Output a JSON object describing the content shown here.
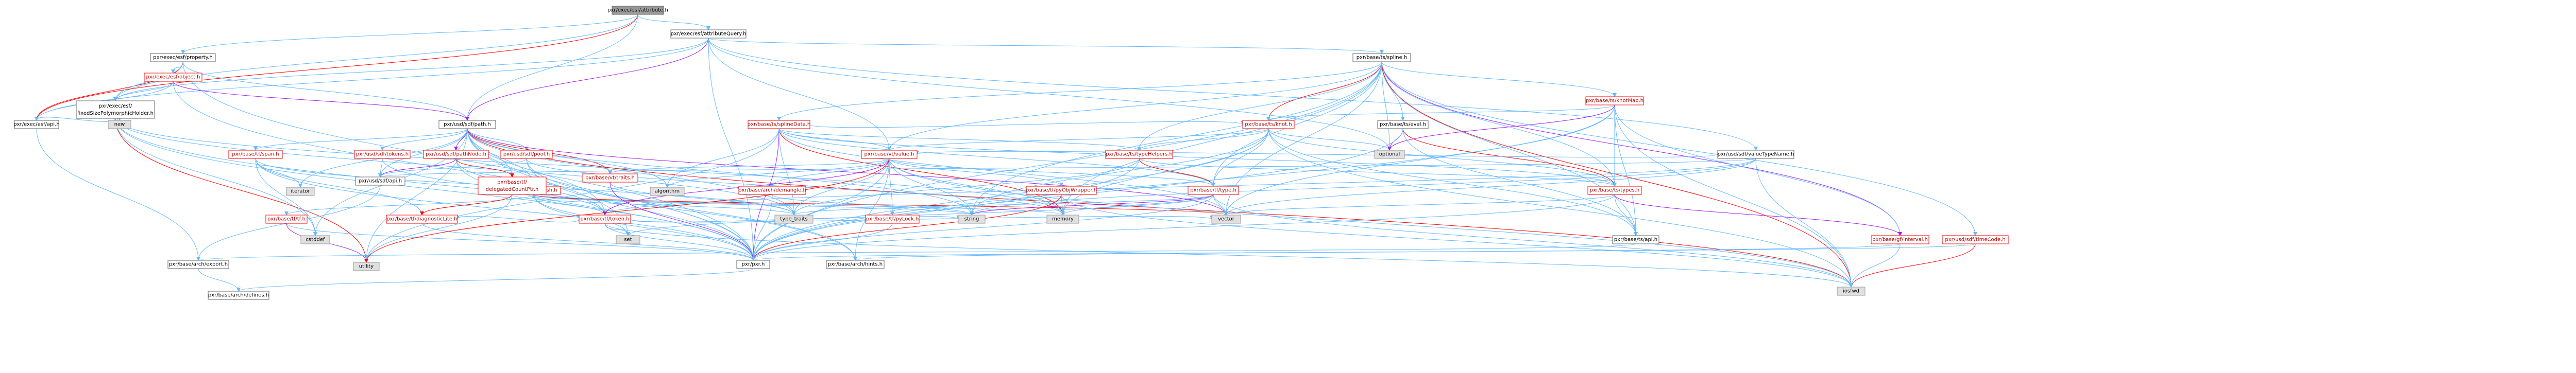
{
  "colors": {
    "root_fill": "#999999",
    "node_fill": "#ffffff",
    "system_fill": "#e0e0e0",
    "edge_blue": "#63b8ff",
    "edge_red": "#ff0000",
    "edge_purple": "#a020f0",
    "border_grey": "#999999",
    "border_black": "#666666",
    "text_red": "#b00000",
    "text_black": "#000000"
  },
  "nodes": [
    {
      "id": "attribute_h",
      "label": "pxr/exec/esf/attribute.h",
      "kind": "root"
    },
    {
      "id": "attributeQuery_h",
      "label": "pxr/exec/esf/attributeQuery.h",
      "kind": "normal"
    },
    {
      "id": "property_h",
      "label": "pxr/exec/esf/property.h",
      "kind": "normal"
    },
    {
      "id": "object_h",
      "label": "pxr/exec/esf/object.h",
      "kind": "red"
    },
    {
      "id": "fixedSize_h",
      "label": "pxr/exec/esf/fixedSizePolymorphicHolder.h",
      "kind": "normal"
    },
    {
      "id": "esf_api_h",
      "label": "pxr/exec/esf/api.h",
      "kind": "normal"
    },
    {
      "id": "new",
      "label": "new",
      "kind": "system"
    },
    {
      "id": "cstddef",
      "label": "cstddef",
      "kind": "system"
    },
    {
      "id": "sdf_path_h",
      "label": "pxr/usd/sdf/path.h",
      "kind": "normal"
    },
    {
      "id": "spline_h",
      "label": "pxr/base/ts/spline.h",
      "kind": "normal"
    },
    {
      "id": "span_h",
      "label": "pxr/base/tf/span.h",
      "kind": "red"
    },
    {
      "id": "tokens_h",
      "label": "pxr/usd/sdf/tokens.h",
      "kind": "red"
    },
    {
      "id": "pathNode_h",
      "label": "pxr/usd/sdf/pathNode.h",
      "kind": "red"
    },
    {
      "id": "pool_h",
      "label": "pxr/usd/sdf/pool.h",
      "kind": "red"
    },
    {
      "id": "hash_h",
      "label": "pxr/base/tf/hash.h",
      "kind": "red"
    },
    {
      "id": "vt_traits_h",
      "label": "pxr/base/vt/traits.h",
      "kind": "red"
    },
    {
      "id": "vt_value_h",
      "label": "pxr/base/vt/value.h",
      "kind": "red"
    },
    {
      "id": "splineData_h",
      "label": "pxr/base/ts/splineData.h",
      "kind": "red"
    },
    {
      "id": "knotMap_h",
      "label": "pxr/base/ts/knotMap.h",
      "kind": "red"
    },
    {
      "id": "knot_h",
      "label": "pxr/base/ts/knot.h",
      "kind": "red"
    },
    {
      "id": "eval_h",
      "label": "pxr/base/ts/eval.h",
      "kind": "normal"
    },
    {
      "id": "valueTypeName_h",
      "label": "pxr/usd/sdf/valueTypeName.h",
      "kind": "normal"
    },
    {
      "id": "optional",
      "label": "optional",
      "kind": "system"
    },
    {
      "id": "typeHelpers_h",
      "label": "pxr/base/ts/typeHelpers.h",
      "kind": "red"
    },
    {
      "id": "ts_types_h",
      "label": "pxr/base/ts/types.h",
      "kind": "red"
    },
    {
      "id": "tf_type_h",
      "label": "pxr/base/tf/type.h",
      "kind": "red"
    },
    {
      "id": "pyObjWrapper_h",
      "label": "pxr/base/tf/pyObjWrapper.h",
      "kind": "red"
    },
    {
      "id": "pyLock_h",
      "label": "pxr/base/tf/pyLock.h",
      "kind": "red"
    },
    {
      "id": "demangle_h",
      "label": "pxr/base/arch/demangle.h",
      "kind": "red"
    },
    {
      "id": "token_h",
      "label": "pxr/base/tf/token.h",
      "kind": "red"
    },
    {
      "id": "delegatedCountPtr_h",
      "label": "pxr/base/tf/delegatedCountPtr.h",
      "kind": "red"
    },
    {
      "id": "sdf_api_h",
      "label": "pxr/usd/sdf/api.h",
      "kind": "normal"
    },
    {
      "id": "tf_tf_h",
      "label": "pxr/base/tf/tf.h",
      "kind": "red"
    },
    {
      "id": "diagnosticLite_h",
      "label": "pxr/base/tf/diagnosticLite.h",
      "kind": "red"
    },
    {
      "id": "ts_api_h",
      "label": "pxr/base/ts/api.h",
      "kind": "normal"
    },
    {
      "id": "interval_h",
      "label": "pxr/base/gf/interval.h",
      "kind": "red"
    },
    {
      "id": "timeCode_h",
      "label": "pxr/usd/sdf/timeCode.h",
      "kind": "red"
    },
    {
      "id": "export_h",
      "label": "pxr/base/arch/export.h",
      "kind": "normal"
    },
    {
      "id": "defines_h",
      "label": "pxr/base/arch/defines.h",
      "kind": "normal"
    },
    {
      "id": "pxr_h",
      "label": "pxr/pxr.h",
      "kind": "normal"
    },
    {
      "id": "hints_h",
      "label": "pxr/base/arch/hints.h",
      "kind": "normal"
    },
    {
      "id": "iterator",
      "label": "iterator",
      "kind": "system"
    },
    {
      "id": "algorithm",
      "label": "algorithm",
      "kind": "system"
    },
    {
      "id": "set",
      "label": "set",
      "kind": "system"
    },
    {
      "id": "utility",
      "label": "utility",
      "kind": "system"
    },
    {
      "id": "type_traits",
      "label": "type_traits",
      "kind": "system"
    },
    {
      "id": "string",
      "label": "string",
      "kind": "system"
    },
    {
      "id": "memory",
      "label": "memory",
      "kind": "system"
    },
    {
      "id": "vector",
      "label": "vector",
      "kind": "system"
    },
    {
      "id": "iosfwd",
      "label": "iosfwd",
      "kind": "system"
    }
  ],
  "edges": [
    [
      "attribute_h",
      "attributeQuery_h"
    ],
    [
      "attribute_h",
      "property_h"
    ],
    [
      "attribute_h",
      "fixedSize_h"
    ],
    [
      "attribute_h",
      "esf_api_h"
    ],
    [
      "attribute_h",
      "sdf_path_h"
    ],
    [
      "attributeQuery_h",
      "esf_api_h"
    ],
    [
      "attributeQuery_h",
      "fixedSize_h"
    ],
    [
      "attributeQuery_h",
      "sdf_path_h"
    ],
    [
      "attributeQuery_h",
      "spline_h"
    ],
    [
      "attributeQuery_h",
      "valueTypeName_h"
    ],
    [
      "attributeQuery_h",
      "vt_value_h"
    ],
    [
      "attributeQuery_h",
      "optional"
    ],
    [
      "attributeQuery_h",
      "pxr_h"
    ],
    [
      "property_h",
      "object_h"
    ],
    [
      "property_h",
      "esf_api_h"
    ],
    [
      "property_h",
      "fixedSize_h"
    ],
    [
      "property_h",
      "sdf_path_h"
    ],
    [
      "property_h",
      "pxr_h"
    ],
    [
      "object_h",
      "fixedSize_h"
    ],
    [
      "object_h",
      "esf_api_h"
    ],
    [
      "object_h",
      "sdf_path_h"
    ],
    [
      "object_h",
      "pxr_h"
    ],
    [
      "fixedSize_h",
      "new"
    ],
    [
      "fixedSize_h",
      "cstddef"
    ],
    [
      "fixedSize_h",
      "type_traits"
    ],
    [
      "fixedSize_h",
      "utility"
    ],
    [
      "fixedSize_h",
      "pxr_h"
    ],
    [
      "fixedSize_h",
      "hints_h"
    ],
    [
      "fixedSize_h",
      "memory"
    ],
    [
      "fixedSize_h",
      "esf_api_h"
    ],
    [
      "esf_api_h",
      "export_h"
    ],
    [
      "sdf_path_h",
      "span_h"
    ],
    [
      "sdf_path_h",
      "tokens_h"
    ],
    [
      "sdf_path_h",
      "pathNode_h"
    ],
    [
      "sdf_path_h",
      "pool_h"
    ],
    [
      "sdf_path_h",
      "hash_h"
    ],
    [
      "sdf_path_h",
      "vt_traits_h"
    ],
    [
      "sdf_path_h",
      "sdf_api_h"
    ],
    [
      "sdf_path_h",
      "token_h"
    ],
    [
      "sdf_path_h",
      "delegatedCountPtr_h"
    ],
    [
      "sdf_path_h",
      "algorithm"
    ],
    [
      "sdf_path_h",
      "iterator"
    ],
    [
      "sdf_path_h",
      "set"
    ],
    [
      "sdf_path_h",
      "string"
    ],
    [
      "sdf_path_h",
      "type_traits"
    ],
    [
      "sdf_path_h",
      "utility"
    ],
    [
      "sdf_path_h",
      "vector"
    ],
    [
      "sdf_path_h",
      "iosfwd"
    ],
    [
      "sdf_path_h",
      "cstddef"
    ],
    [
      "sdf_path_h",
      "pxr_h"
    ],
    [
      "span_h",
      "cstddef"
    ],
    [
      "span_h",
      "iterator"
    ],
    [
      "span_h",
      "type_traits"
    ],
    [
      "span_h",
      "diagnosticLite_h"
    ],
    [
      "span_h",
      "pxr_h"
    ],
    [
      "tokens_h",
      "sdf_api_h"
    ],
    [
      "tokens_h",
      "token_h"
    ],
    [
      "pathNode_h",
      "token_h"
    ],
    [
      "pathNode_h",
      "delegatedCountPtr_h"
    ],
    [
      "pathNode_h",
      "sdf_api_h"
    ],
    [
      "pathNode_h",
      "pxr_h"
    ],
    [
      "pool_h",
      "sdf_api_h"
    ],
    [
      "pool_h",
      "hints_h"
    ],
    [
      "pool_h",
      "pxr_h"
    ],
    [
      "pool_h",
      "memory"
    ],
    [
      "hash_h",
      "tf_tf_h"
    ],
    [
      "hash_h",
      "pxr_h"
    ],
    [
      "hash_h",
      "memory"
    ],
    [
      "hash_h",
      "string"
    ],
    [
      "hash_h",
      "vector"
    ],
    [
      "hash_h",
      "set"
    ],
    [
      "vt_traits_h",
      "type_traits"
    ],
    [
      "vt_traits_h",
      "pxr_h"
    ],
    [
      "token_h",
      "diagnosticLite_h"
    ],
    [
      "token_h",
      "hash_h"
    ],
    [
      "token_h",
      "string"
    ],
    [
      "token_h",
      "iosfwd"
    ],
    [
      "token_h",
      "vector"
    ],
    [
      "token_h",
      "set"
    ],
    [
      "token_h",
      "pxr_h"
    ],
    [
      "delegatedCountPtr_h",
      "diagnosticLite_h"
    ],
    [
      "delegatedCountPtr_h",
      "type_traits"
    ],
    [
      "delegatedCountPtr_h",
      "utility"
    ],
    [
      "sdf_api_h",
      "export_h"
    ],
    [
      "tf_tf_h",
      "pxr_h"
    ],
    [
      "tf_tf_h",
      "utility"
    ],
    [
      "diagnosticLite_h",
      "pxr_h"
    ],
    [
      "export_h",
      "defines_h"
    ],
    [
      "pxr_h",
      "defines_h"
    ],
    [
      "spline_h",
      "splineData_h"
    ],
    [
      "spline_h",
      "knotMap_h"
    ],
    [
      "spline_h",
      "knot_h"
    ],
    [
      "spline_h",
      "eval_h"
    ],
    [
      "spline_h",
      "ts_types_h"
    ],
    [
      "spline_h",
      "typeHelpers_h"
    ],
    [
      "spline_h",
      "vt_value_h"
    ],
    [
      "spline_h",
      "tf_type_h"
    ],
    [
      "spline_h",
      "ts_api_h"
    ],
    [
      "spline_h",
      "interval_h"
    ],
    [
      "spline_h",
      "timeCode_h"
    ],
    [
      "spline_h",
      "pxr_h"
    ],
    [
      "spline_h",
      "optional"
    ],
    [
      "spline_h",
      "iosfwd"
    ],
    [
      "spline_h",
      "string"
    ],
    [
      "spline_h",
      "vector"
    ],
    [
      "spline_h",
      "memory"
    ],
    [
      "splineData_h",
      "knot_h"
    ],
    [
      "splineData_h",
      "ts_types_h"
    ],
    [
      "splineData_h",
      "typeHelpers_h"
    ],
    [
      "splineData_h",
      "vt_value_h"
    ],
    [
      "splineData_h",
      "tf_type_h"
    ],
    [
      "splineData_h",
      "pxr_h"
    ],
    [
      "splineData_h",
      "algorithm"
    ],
    [
      "splineData_h",
      "memory"
    ],
    [
      "splineData_h",
      "vector"
    ],
    [
      "splineData_h",
      "type_traits"
    ],
    [
      "splineData_h",
      "utility"
    ],
    [
      "knotMap_h",
      "knot_h"
    ],
    [
      "knotMap_h",
      "ts_types_h"
    ],
    [
      "knotMap_h",
      "ts_api_h"
    ],
    [
      "knotMap_h",
      "interval_h"
    ],
    [
      "knotMap_h",
      "pxr_h"
    ],
    [
      "knotMap_h",
      "vector"
    ],
    [
      "knotMap_h",
      "iosfwd"
    ],
    [
      "knotMap_h",
      "optional"
    ],
    [
      "knot_h",
      "ts_types_h"
    ],
    [
      "knot_h",
      "typeHelpers_h"
    ],
    [
      "knot_h",
      "vt_value_h"
    ],
    [
      "knot_h",
      "tf_type_h"
    ],
    [
      "knot_h",
      "ts_api_h"
    ],
    [
      "knot_h",
      "pxr_h"
    ],
    [
      "knot_h",
      "optional"
    ],
    [
      "knot_h",
      "iosfwd"
    ],
    [
      "knot_h",
      "string"
    ],
    [
      "knot_h",
      "memory"
    ],
    [
      "eval_h",
      "ts_types_h"
    ],
    [
      "eval_h",
      "ts_api_h"
    ],
    [
      "eval_h",
      "optional"
    ],
    [
      "eval_h",
      "pxr_h"
    ],
    [
      "valueTypeName_h",
      "sdf_api_h"
    ],
    [
      "valueTypeName_h",
      "token_h"
    ],
    [
      "valueTypeName_h",
      "vt_value_h"
    ],
    [
      "valueTypeName_h",
      "iosfwd"
    ],
    [
      "valueTypeName_h",
      "string"
    ],
    [
      "valueTypeName_h",
      "vector"
    ],
    [
      "typeHelpers_h",
      "ts_types_h"
    ],
    [
      "typeHelpers_h",
      "tf_type_h"
    ],
    [
      "typeHelpers_h",
      "type_traits"
    ],
    [
      "typeHelpers_h",
      "pxr_h"
    ],
    [
      "ts_types_h",
      "ts_api_h"
    ],
    [
      "ts_types_h",
      "interval_h"
    ],
    [
      "ts_types_h",
      "vector"
    ],
    [
      "ts_types_h",
      "pxr_h"
    ],
    [
      "ts_api_h",
      "export_h"
    ],
    [
      "interval_h",
      "hints_h"
    ],
    [
      "interval_h",
      "iosfwd"
    ],
    [
      "timeCode_h",
      "pxr_h"
    ],
    [
      "timeCode_h",
      "iosfwd"
    ],
    [
      "vt_value_h",
      "vt_traits_h"
    ],
    [
      "vt_value_h",
      "tf_type_h"
    ],
    [
      "vt_value_h",
      "pyObjWrapper_h"
    ],
    [
      "vt_value_h",
      "pyLock_h"
    ],
    [
      "vt_value_h",
      "demangle_h"
    ],
    [
      "vt_value_h",
      "token_h"
    ],
    [
      "vt_value_h",
      "hints_h"
    ],
    [
      "vt_value_h",
      "pxr_h"
    ],
    [
      "vt_value_h",
      "iosfwd"
    ],
    [
      "vt_value_h",
      "type_traits"
    ],
    [
      "vt_value_h",
      "utility"
    ],
    [
      "vt_value_h",
      "string"
    ],
    [
      "vt_value_h",
      "memory"
    ],
    [
      "vt_value_h",
      "algorithm"
    ],
    [
      "tf_type_h",
      "pxr_h"
    ],
    [
      "tf_type_h",
      "iosfwd"
    ],
    [
      "tf_type_h",
      "memory"
    ],
    [
      "tf_type_h",
      "set"
    ],
    [
      "tf_type_h",
      "string"
    ],
    [
      "tf_type_h",
      "type_traits"
    ],
    [
      "tf_type_h",
      "vector"
    ],
    [
      "pyObjWrapper_h",
      "pxr_h"
    ],
    [
      "pyObjWrapper_h",
      "iosfwd"
    ],
    [
      "pyObjWrapper_h",
      "memory"
    ],
    [
      "pyLock_h",
      "pxr_h"
    ],
    [
      "demangle_h",
      "pxr_h"
    ],
    [
      "demangle_h",
      "string"
    ]
  ]
}
